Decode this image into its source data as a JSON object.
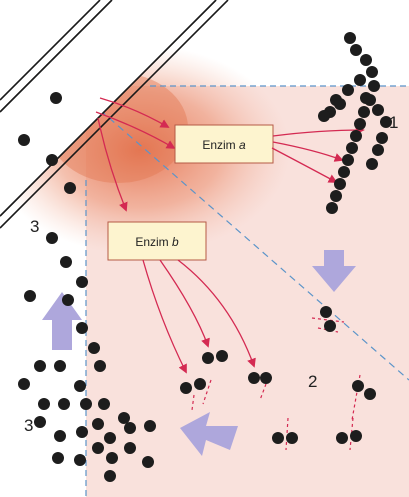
{
  "labels": {
    "enzyme_a_prefix": "Enzim ",
    "enzyme_a_letter": "a",
    "enzyme_b_prefix": "Enzim ",
    "enzyme_b_letter": "b",
    "region_1": "1",
    "region_2": "2",
    "region_3_top": "3",
    "region_3_bottom": "3"
  },
  "colors": {
    "background_zone": "#f9e1dc",
    "enzyme_glow": "#e98562",
    "box_fill": "#fdf4cf",
    "box_stroke": "#b55a46",
    "arrow_red": "#d42a52",
    "arrow_purple": "#aea7dc",
    "dashed_blue": "#5b94c9",
    "particle": "#1d1d1d",
    "membrane": "#1a1a1a"
  }
}
